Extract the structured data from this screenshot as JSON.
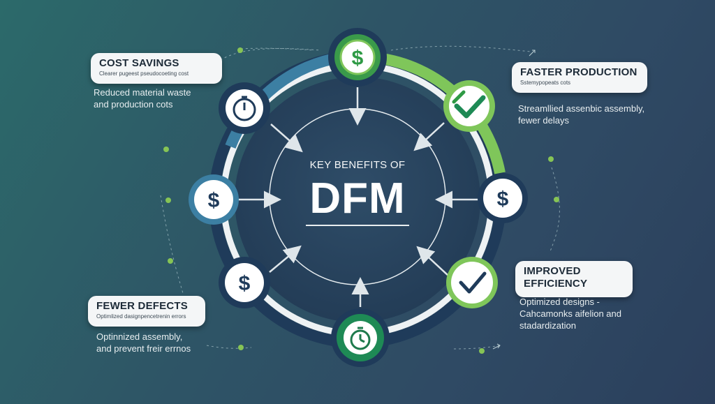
{
  "center": {
    "kicker": "KEY BENEFITS OF",
    "title": "DFM"
  },
  "labels": {
    "cost_savings": {
      "title": "COST SAVINGS",
      "sub": "Clearer pugeest pseudocoeting cost",
      "desc": "Reduced material waste\nand production cots"
    },
    "faster_production": {
      "title": "FASTER PRODUCTION",
      "sub": "Sstemypopeats cots",
      "desc": "Streamllied assenbic assembly,\nfewer delays"
    },
    "improved_efficiency": {
      "title": "IMPROVED\nEFFICIENCY",
      "desc": "Optimized designs -\nCahcamonks aifelion and\nstadardization"
    },
    "fewer_defects": {
      "title": "FEWER DEFECTS",
      "sub": "Optimlized dasignpencetrenin errors",
      "desc": "Optinnized assembly,\nand prevent freir errnos"
    }
  },
  "nodes": {
    "top": {
      "glyph": "$"
    },
    "left_top": {
      "icon": "timer"
    },
    "left_mid": {
      "glyph": "$"
    },
    "left_bottom": {
      "glyph": "$"
    },
    "bottom": {
      "icon": "stopwatch"
    },
    "right_top": {
      "icon": "checkmark"
    },
    "right_mid": {
      "glyph": "$"
    },
    "right_bottom": {
      "icon": "checkmark"
    }
  },
  "colors": {
    "ring_navy": "#1f3b5a",
    "ring_teal": "#3c7fa3",
    "accent_green": "#7fc65a",
    "dark_green": "#1e8a55",
    "panel_white": "#f4f6f7"
  }
}
